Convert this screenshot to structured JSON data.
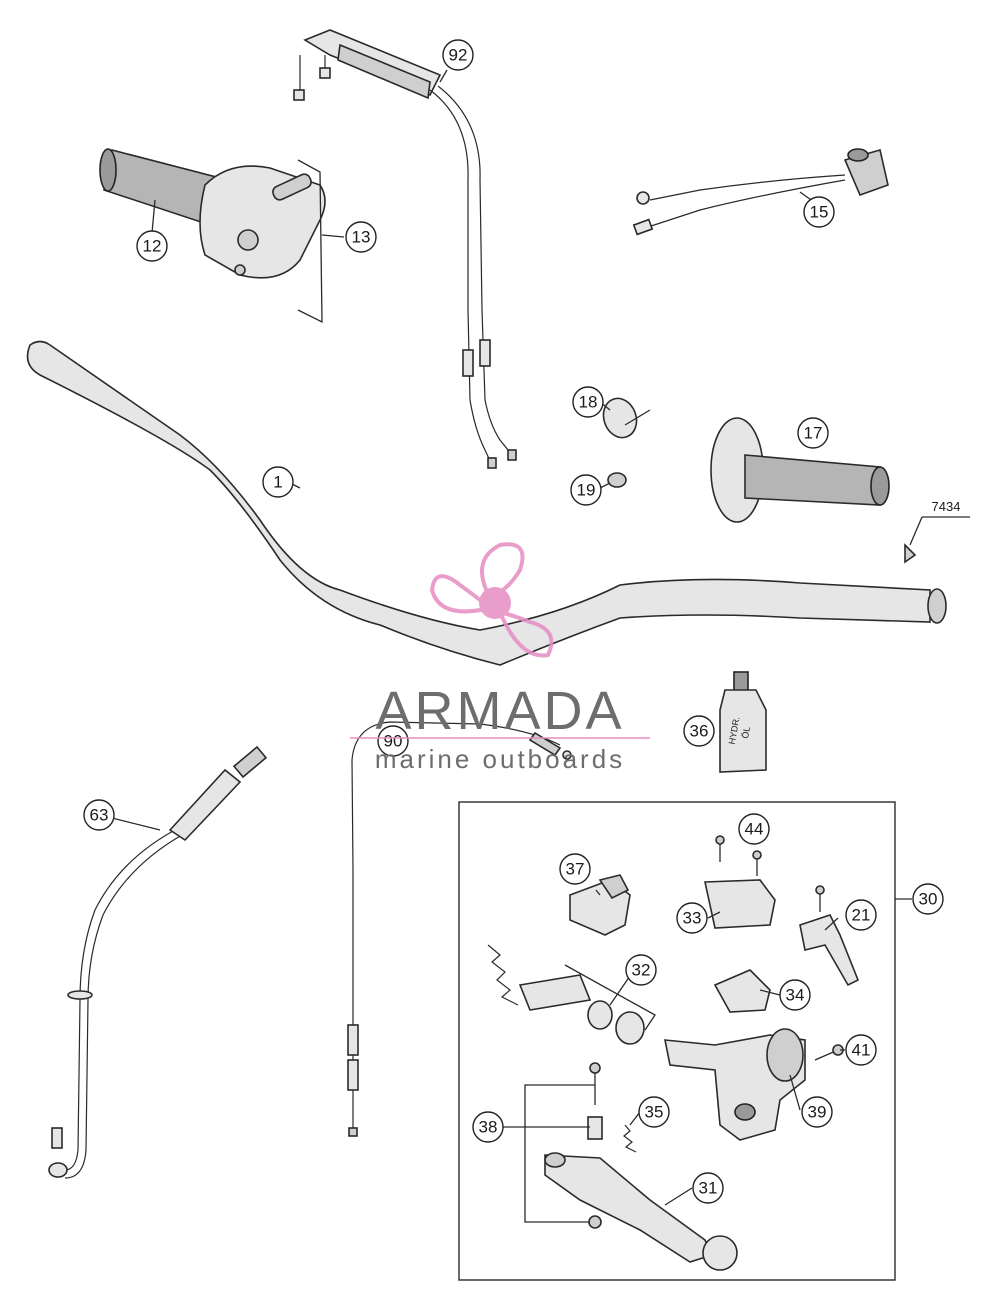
{
  "diagram": {
    "callouts": {
      "c1": "1",
      "c12": "12",
      "c13": "13",
      "c15": "15",
      "c17": "17",
      "c18": "18",
      "c19": "19",
      "c21": "21",
      "c30": "30",
      "c31": "31",
      "c32": "32",
      "c33": "33",
      "c34": "34",
      "c35": "35",
      "c36": "36",
      "c37": "37",
      "c38": "38",
      "c39": "39",
      "c41": "41",
      "c44": "44",
      "c63": "63",
      "c90": "90",
      "c92": "92"
    },
    "part_code": "7434",
    "bottle_label_line1": "HYDR.",
    "bottle_label_line2": "ÖL"
  },
  "watermark": {
    "brand": "ARMADA",
    "tagline": "marine outboards",
    "logo_icon": "propeller-icon",
    "logo_color": "#e58cc3"
  }
}
